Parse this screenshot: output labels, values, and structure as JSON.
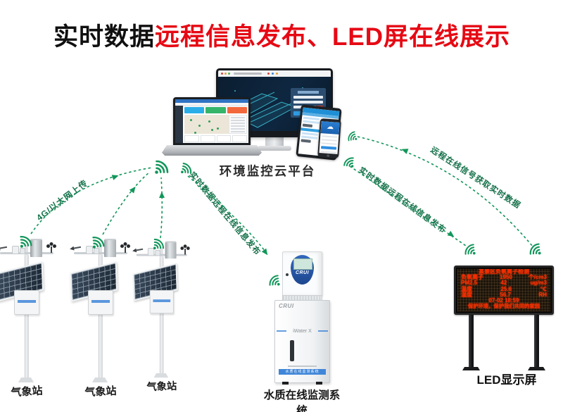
{
  "title": {
    "black": "实时数据",
    "red": "远程信息发布、LED屏在线展示"
  },
  "platform": {
    "label": "环境监控云平台"
  },
  "flows": {
    "upload": "4G/以太网上传",
    "to_water": "实时数据远程在线信息发布",
    "to_led": "实时数据远程在线信息发布",
    "from_led": "远程在线信号获取实时数据"
  },
  "stations": {
    "labels": [
      "气象站",
      "气象站",
      "气象站"
    ]
  },
  "water": {
    "brand": "CRUI",
    "model": "iWater X",
    "strip": "水质在线监测系统",
    "label": "水质在线监测系统"
  },
  "led": {
    "label": "LED显示屏",
    "screen": {
      "title": "某景区负氧离子检测",
      "rows": [
        {
          "name": "负氧离子",
          "value": "1950",
          "unit": "个/cm3"
        },
        {
          "name": "PM2.5",
          "value": "42",
          "unit": "ug/m3"
        },
        {
          "name": "温度",
          "value": "25.6",
          "unit": "℃"
        },
        {
          "name": "湿度",
          "value": "56.7",
          "unit": "RH"
        }
      ],
      "time": "07-02 18:59",
      "slogan": "保护环境，保护我们共同的家园"
    }
  },
  "colors": {
    "accent_green": "#12965a",
    "title_red": "#e60914",
    "led_red": "#ff2a00"
  }
}
